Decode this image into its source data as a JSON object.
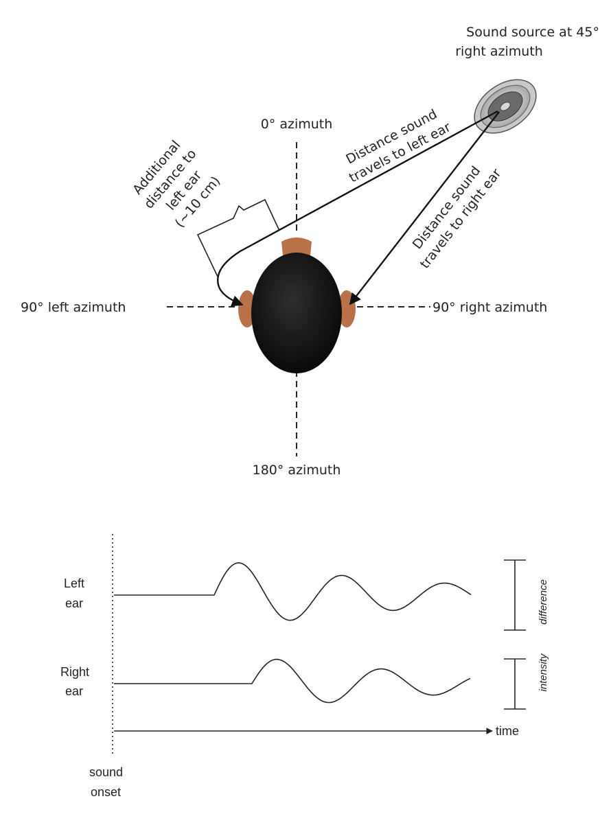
{
  "top_diagram": {
    "source_label": [
      "Sound source at 45°",
      "right azimuth"
    ],
    "azimuth_0": "0° azimuth",
    "azimuth_left": "90° left azimuth",
    "azimuth_right": "90° right azimuth",
    "azimuth_180": "180° azimuth",
    "additional_distance": [
      "Additional",
      "distance to",
      "left ear",
      "(~10 cm)"
    ],
    "left_path_label": [
      "Distance sound",
      "travels to left ear"
    ],
    "right_path_label": [
      "Distance sound",
      "travels to right ear"
    ]
  },
  "waveform_diagram": {
    "left_ear_label": [
      "Left",
      "ear"
    ],
    "right_ear_label": [
      "Right",
      "ear"
    ],
    "time_label": "time",
    "onset_label": [
      "sound",
      "onset"
    ],
    "intensity_label": [
      "intensity",
      "difference"
    ]
  },
  "colors": {
    "head": "#111111",
    "ear": "#b9714a",
    "speaker": "#b8b8b8",
    "line": "#222222"
  }
}
